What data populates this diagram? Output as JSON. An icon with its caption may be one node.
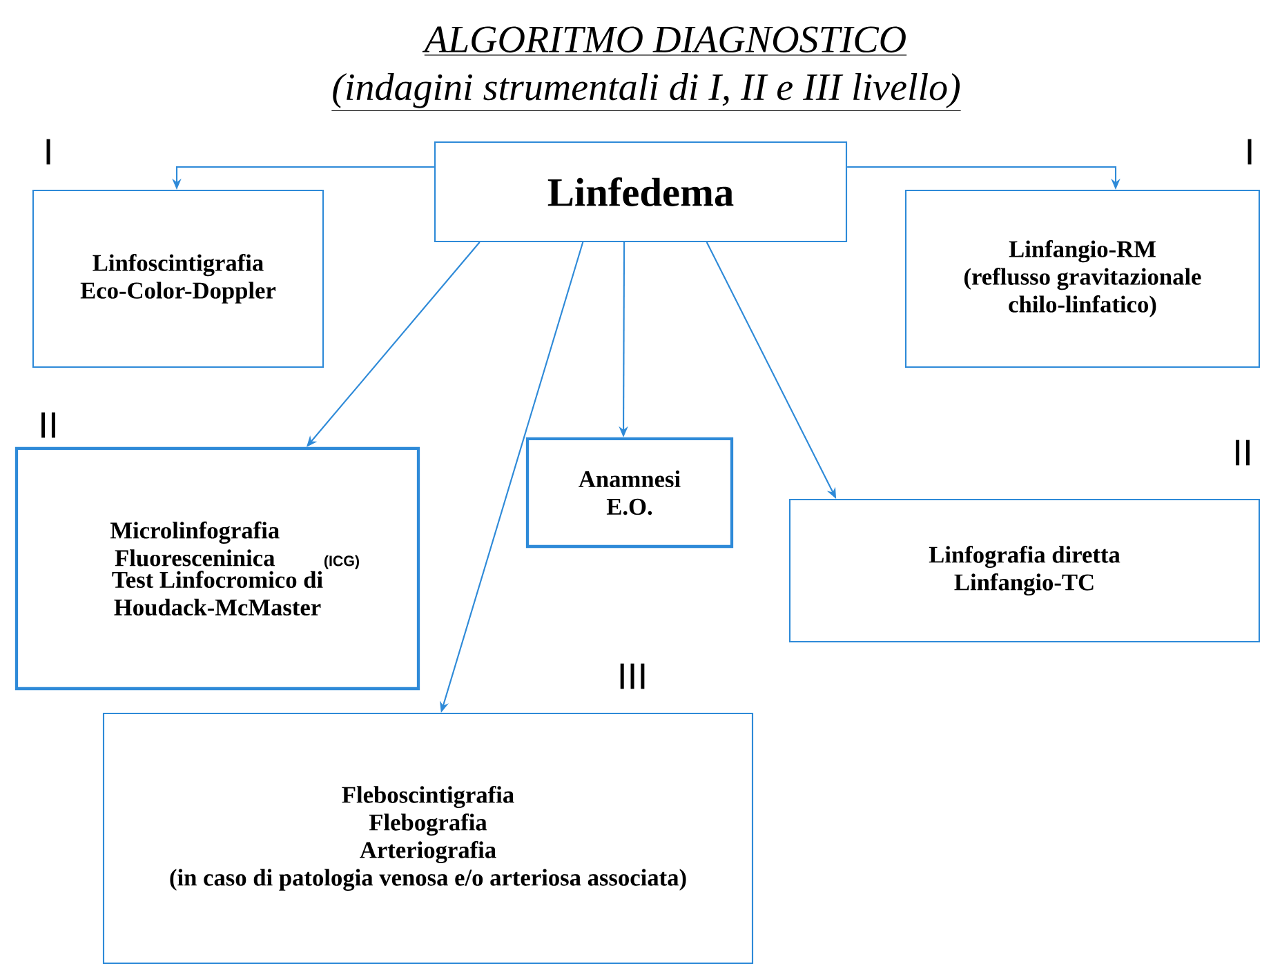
{
  "diagram": {
    "title": "ALGORITMO DIAGNOSTICO",
    "nodes": [
      {
        "text": [
          "Linfedema"
        ]
      },
      {
        "text": [
          "Linfoscintigrafia",
          "Eco-Color-Doppler"
        ]
      },
      {
        "text": [
          "Linfangio-RM",
          "(reflusso gravitazionale chilo-linfatico)"
        ]
      },
      {
        "text": [
          "Microlinfografia Fluoresceninica",
          "(ICG)",
          "Test Linfocromico di Houdack-McMaster"
        ]
      },
      {
        "text": [
          "Anamnesi",
          "E.O."
        ]
      },
      {
        "text": [
          "Linfografia diretta",
          "Linfangio-TC"
        ]
      },
      {
        "text": [
          "Fleboscintigrafia",
          "Flebografia",
          "Arteriografia",
          "(in caso di patologia venosa e/o arteriosa associata)"
        ]
      }
    ],
    "edges": [
      {
        "from": 0,
        "to": 1,
        "arrow": "to"
      },
      {
        "from": 0,
        "to": 2,
        "arrow": "to"
      },
      {
        "from": 0,
        "to": 3,
        "arrow": "to"
      },
      {
        "from": 0,
        "to": 6,
        "arrow": "to"
      },
      {
        "from": 0,
        "to": 4,
        "arrow": "to"
      },
      {
        "from": 0,
        "to": 5,
        "arrow": "to"
      }
    ],
    "labels": [
      "(indagini strumentali di I, II e III livello)",
      "I",
      "I",
      "II",
      "II",
      "III"
    ]
  }
}
